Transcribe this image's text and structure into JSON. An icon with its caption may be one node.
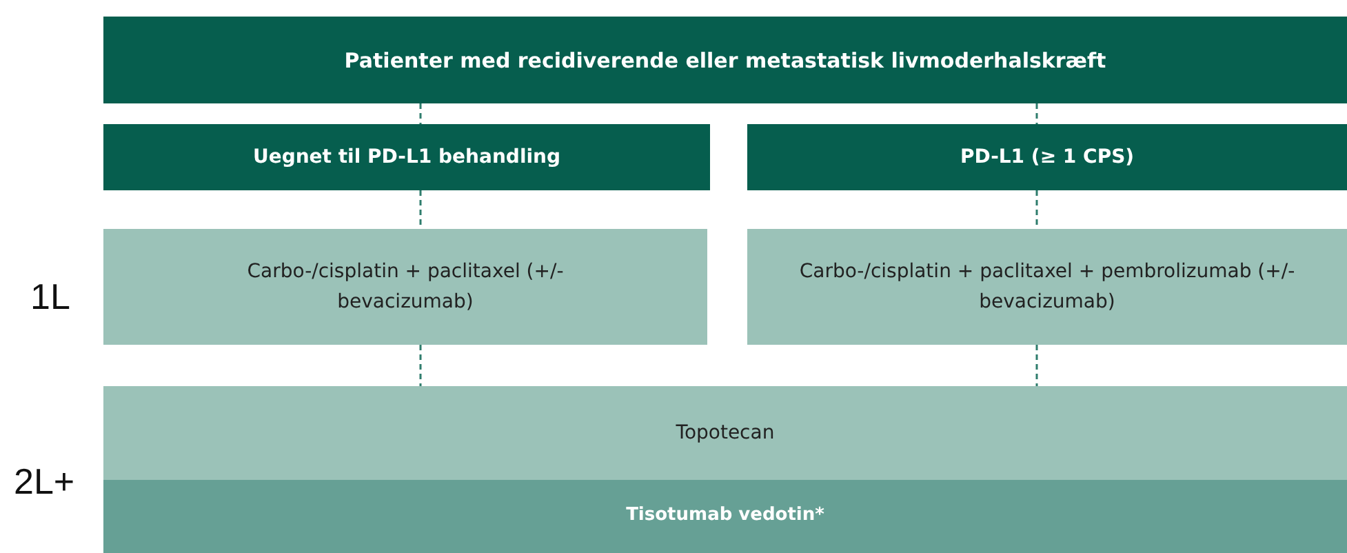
{
  "diagram": {
    "nodes": [
      {
        "text": [
          "Patienter med recidiverende eller metastatisk livmoderhalskræft"
        ]
      },
      {
        "text": [
          "Uegnet til PD-L1 behandling"
        ]
      },
      {
        "text": [
          "PD-L1 (≥ 1 CPS)"
        ]
      },
      {
        "text": [
          "Carbo-/cisplatin + paclitaxel (+/- bevacizumab)"
        ]
      },
      {
        "text": [
          "Carbo-/cisplatin + paclitaxel + pembrolizumab (+/- bevacizumab)"
        ]
      },
      {
        "text": [
          "Topotecan"
        ]
      },
      {
        "text": [
          "Tisotumab vedotin*"
        ]
      }
    ],
    "edges": [
      {
        "from": 0,
        "to": 1,
        "arrow": "none",
        "style": "dashed"
      },
      {
        "from": 0,
        "to": 2,
        "arrow": "none",
        "style": "dashed"
      },
      {
        "from": 1,
        "to": 3,
        "arrow": "none",
        "style": "dashed"
      },
      {
        "from": 2,
        "to": 4,
        "arrow": "none",
        "style": "dashed"
      },
      {
        "from": 3,
        "to": 5,
        "arrow": "none",
        "style": "dashed"
      },
      {
        "from": 4,
        "to": 5,
        "arrow": "none",
        "style": "dashed"
      }
    ],
    "labels": [
      "1L",
      "2L+"
    ]
  }
}
